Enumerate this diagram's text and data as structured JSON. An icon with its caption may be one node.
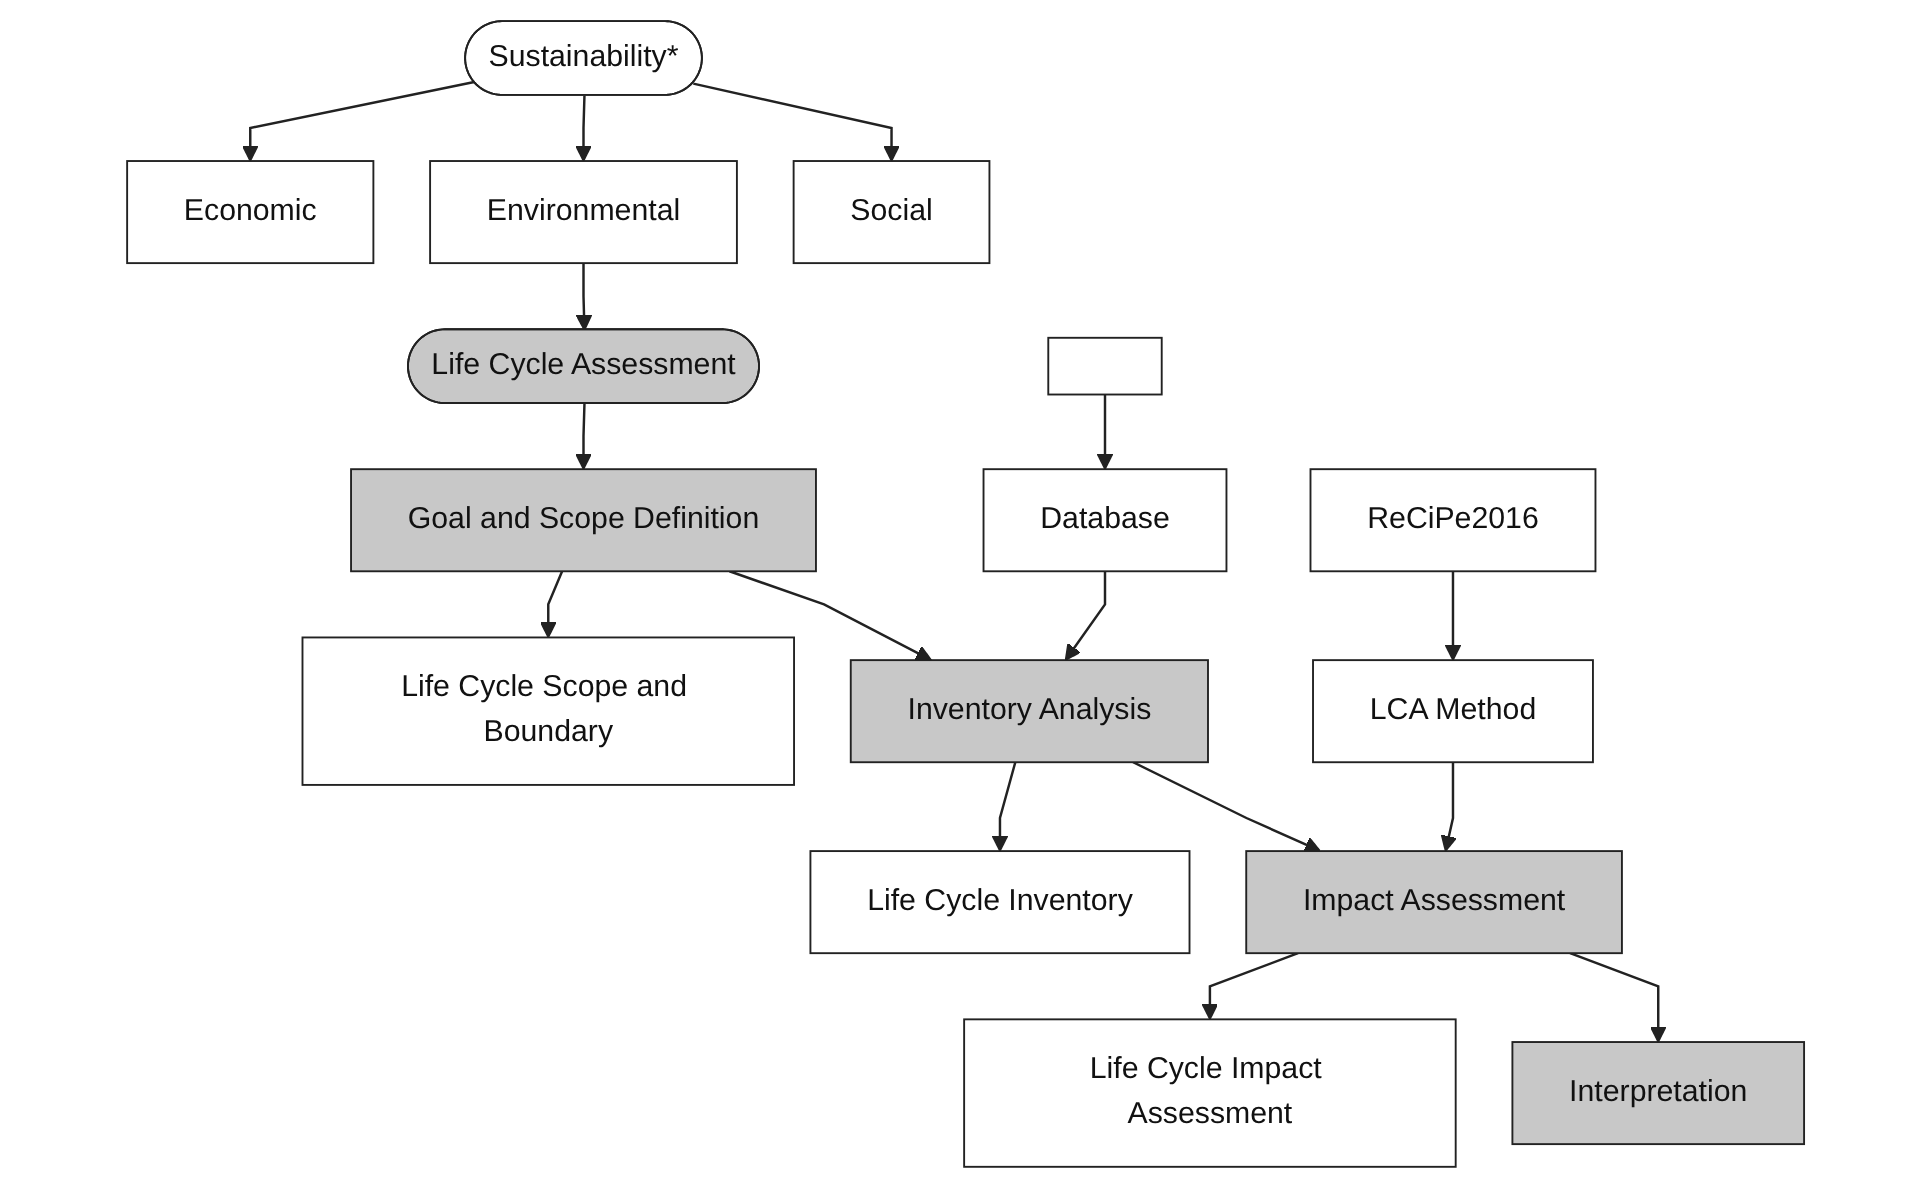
{
  "diagram": {
    "nodes": [
      {
        "text": [
          "Sustainability*"
        ]
      },
      {
        "text": [
          "Economic"
        ]
      },
      {
        "text": [
          "Environmental"
        ]
      },
      {
        "text": [
          "Social"
        ]
      },
      {
        "text": [
          "Life Cycle Assessment"
        ]
      },
      {
        "text": [
          "Goal and Scope Definition"
        ]
      },
      {
        "text": [
          "Life Cycle Scope and Boundary"
        ]
      },
      {
        "text": [],
        "shape": "box"
      },
      {
        "text": [
          "Database"
        ]
      },
      {
        "text": [
          "Inventory Analysis"
        ]
      },
      {
        "text": [
          "Life Cycle Inventory"
        ]
      },
      {
        "text": [
          "ReCiPe2016"
        ]
      },
      {
        "text": [
          "LCA Method"
        ]
      },
      {
        "text": [
          "Impact Assessment"
        ]
      },
      {
        "text": [
          "Life Cycle Impact Assessment"
        ]
      },
      {
        "text": [
          "Interpretation"
        ]
      }
    ],
    "edges": [
      {
        "from": 0,
        "to": 1,
        "arrow": "to"
      },
      {
        "from": 0,
        "to": 2,
        "arrow": "to"
      },
      {
        "from": 0,
        "to": 3,
        "arrow": "to"
      },
      {
        "from": 2,
        "to": 4,
        "arrow": "to"
      },
      {
        "from": 4,
        "to": 5,
        "arrow": "to"
      },
      {
        "from": 5,
        "to": 6,
        "arrow": "to"
      },
      {
        "from": 5,
        "to": 9,
        "arrow": "to"
      },
      {
        "from": 7,
        "to": 8,
        "arrow": "to"
      },
      {
        "from": 8,
        "to": 9,
        "arrow": "to"
      },
      {
        "from": 9,
        "to": 10,
        "arrow": "to"
      },
      {
        "from": 9,
        "to": 13,
        "arrow": "to"
      },
      {
        "from": 11,
        "to": 12,
        "arrow": "to"
      },
      {
        "from": 12,
        "to": 13,
        "arrow": "to"
      },
      {
        "from": 13,
        "to": 14,
        "arrow": "to"
      },
      {
        "from": 13,
        "to": 15,
        "arrow": "to"
      }
    ]
  }
}
